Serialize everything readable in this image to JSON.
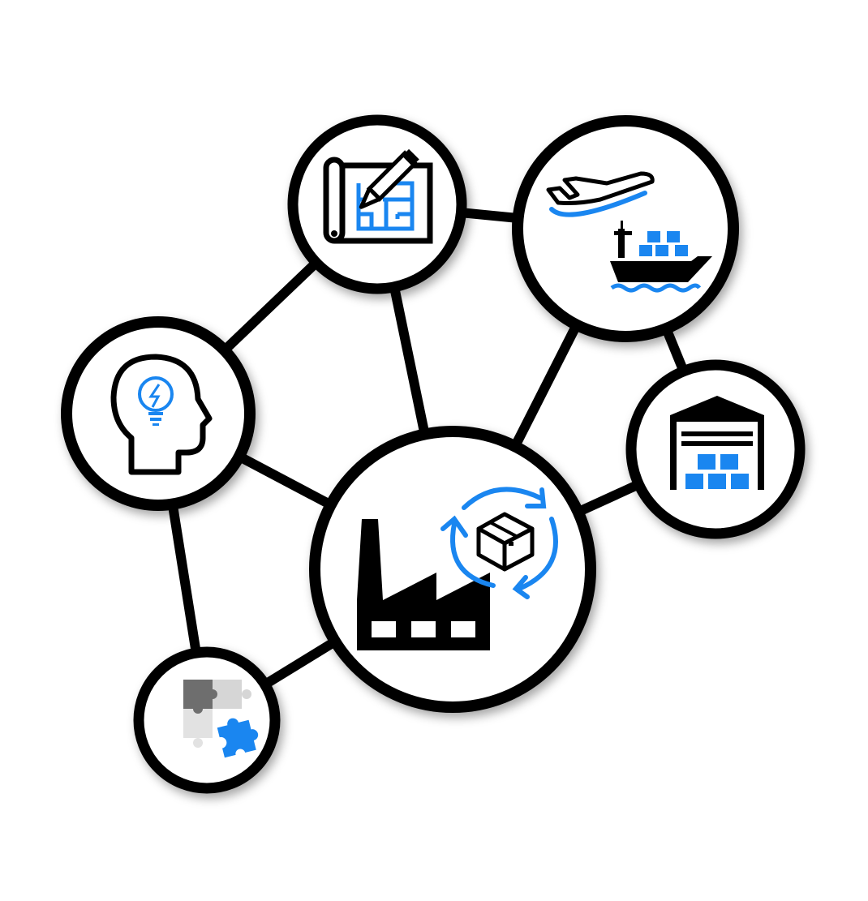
{
  "colors": {
    "line": "#000000",
    "accent": "#1a86f0",
    "light_gray": "#d6d6d6",
    "mid_gray": "#9a9a9a",
    "background": "#ffffff"
  },
  "nodes": [
    {
      "id": "factory",
      "icon": "factory-recycle-icon"
    },
    {
      "id": "design",
      "icon": "blueprint-pencil-icon"
    },
    {
      "id": "transport",
      "icon": "airplane-cargo-ship-icon"
    },
    {
      "id": "innovation",
      "icon": "head-lightbulb-icon"
    },
    {
      "id": "warehouse",
      "icon": "warehouse-boxes-icon"
    },
    {
      "id": "integration",
      "icon": "puzzle-pieces-icon"
    }
  ],
  "edges": [
    {
      "from": "design",
      "to": "innovation"
    },
    {
      "from": "design",
      "to": "transport"
    },
    {
      "from": "design",
      "to": "factory"
    },
    {
      "from": "transport",
      "to": "factory"
    },
    {
      "from": "transport",
      "to": "warehouse"
    },
    {
      "from": "warehouse",
      "to": "factory"
    },
    {
      "from": "innovation",
      "to": "factory"
    },
    {
      "from": "innovation",
      "to": "integration"
    },
    {
      "from": "integration",
      "to": "factory"
    }
  ]
}
